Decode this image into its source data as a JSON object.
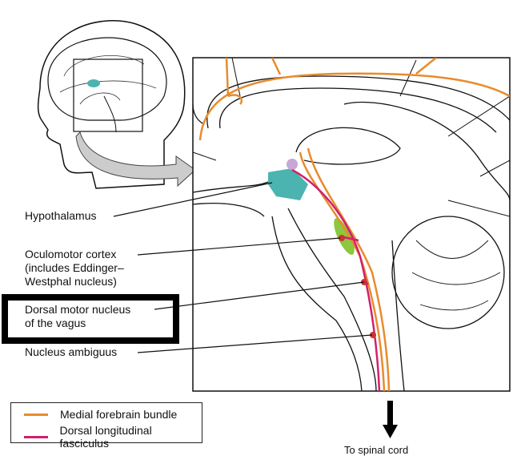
{
  "labels": {
    "hypothalamus": "Hypothalamus",
    "oculomotor": [
      "Oculomotor cortex",
      "(includes Eddinger–",
      "Westphal nucleus)"
    ],
    "dorsal_motor": [
      "Dorsal motor nucleus",
      "of the vagus"
    ],
    "nucleus_ambiguus": "Nucleus ambiguus",
    "spinal_cord": "To spinal cord"
  },
  "highlighted_label": "dorsal_motor",
  "legend": [
    {
      "label": "Medial forebrain bundle",
      "color": "#E88B2E"
    },
    {
      "label": "Dorsal longitudinal fasciculus",
      "color": "#D0206E"
    }
  ],
  "colors": {
    "hypothalamus": "#4BB3B0",
    "oculomotor_nucleus": "#8DC63F",
    "pineal_area": "#C8A6D6",
    "nucleus_markers": "#C33"
  }
}
